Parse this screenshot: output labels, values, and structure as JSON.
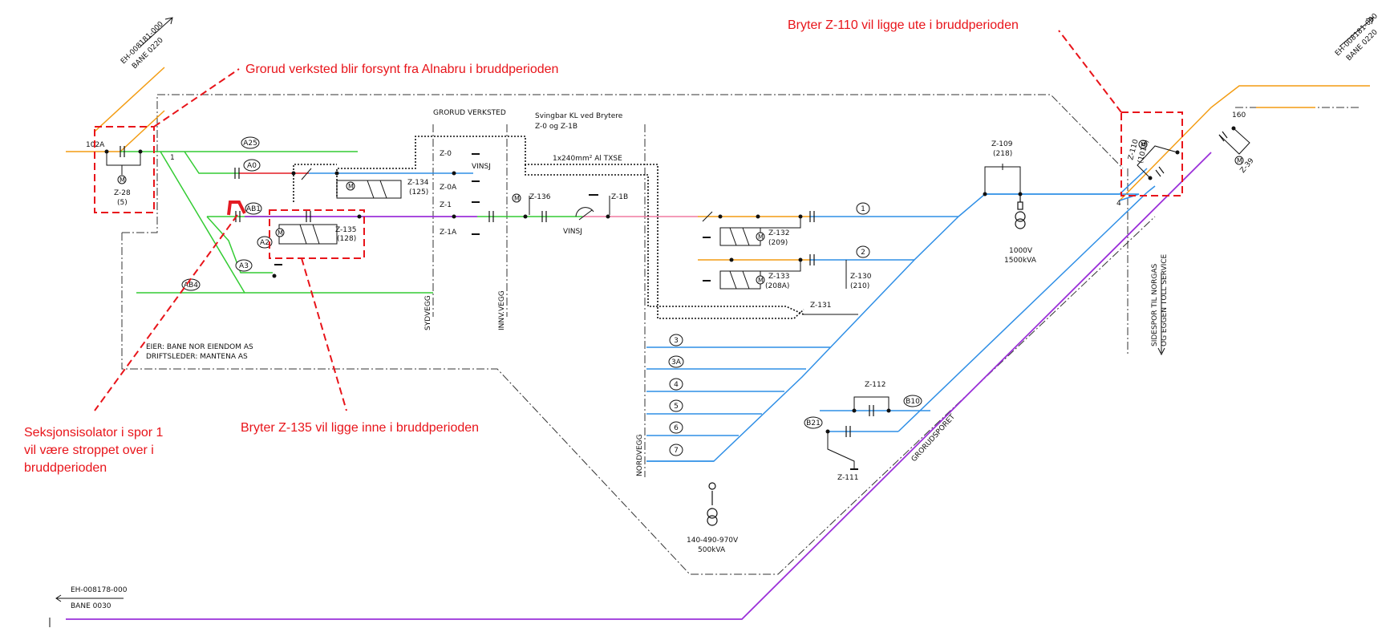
{
  "colors": {
    "orange": "#f39c12",
    "green": "#33cc33",
    "blue": "#2f8fe6",
    "purple": "#9b30d9",
    "red": "#e31b23",
    "pink": "#f07aa0",
    "black": "#111111",
    "annotation": "#e8141a"
  },
  "references": {
    "top_left_ref": "EH-008181-000",
    "top_left_bane": "BANE 0220",
    "top_right_ref": "EH-008181-000",
    "top_right_bane": "BANE 0220",
    "bottom_left_ref": "EH-008178-000",
    "bottom_left_bane": "BANE 0030"
  },
  "annotations": {
    "grorud": "Grorud verksted blir forsynt fra Alnabru i bruddperioden",
    "z110": "Bryter Z-110 vil ligge ute i bruddperioden",
    "z135": "Bryter Z-135 vil ligge inne i bruddperioden",
    "seksjon_line1": "Seksjonsisolator i spor 1",
    "seksjon_line2": "vil være stroppet over i",
    "seksjon_line3": "bruddperioden"
  },
  "labels": {
    "s102a": "102A",
    "one_left": "1",
    "z28": "Z-28",
    "z28_num": "(5)",
    "grorud_verksted": "GRORUD VERKSTED",
    "svingbar1": "Svingbar KL ved Brytere",
    "svingbar2": "Z-0 og Z-1B",
    "cable": "1x240mm² Al TXSE",
    "z0": "Z-0",
    "z0a": "Z-0A",
    "z1": "Z-1",
    "z1a": "Z-1A",
    "vinsj1": "VINSJ",
    "vinsj2": "VINSJ",
    "z134": "Z-134",
    "z134_num": "(125)",
    "z135": "Z-135",
    "z135_num": "(128)",
    "z136": "Z-136",
    "z1b": "Z-1B",
    "z132": "Z-132",
    "z132_num": "(209)",
    "z133": "Z-133",
    "z133_num": "(208A)",
    "z130": "Z-130",
    "z130_num": "(210)",
    "z131": "Z-131",
    "z109": "Z-109",
    "z109_num": "(218)",
    "trafo1_v": "1000V",
    "trafo1_kva": "1500kVA",
    "trafo2_v": "140-490-970V",
    "trafo2_kva": "500kVA",
    "z110": "Z-110",
    "z110_num": "(1019)",
    "z39": "Z-39",
    "s160": "160",
    "four": "4",
    "z112": "Z-112",
    "z111": "Z-111",
    "eier": "EIER: BANE NOR EIENDOM AS",
    "driftsleder": "DRIFTSLEDER: MANTENA AS",
    "sydvegg": "SYDVEGG",
    "innvegg": "INNV.VEGG",
    "nordvegg": "NORDVEGG",
    "grorudsporet": "GRORUDSPORET",
    "sidespor1": "SIDESPOR TIL NORGAS",
    "sidespor2": "OG EGGEN TOLL SERVICE"
  },
  "tracks": {
    "a25": "A25",
    "a0": "A0",
    "ab1": "AB1",
    "a2": "A2",
    "a3": "A3",
    "ab4": "AB4",
    "t1": "1",
    "t2": "2",
    "t3": "3",
    "t3a": "3A",
    "t4": "4",
    "t5": "5",
    "t6": "6",
    "t7": "7",
    "b10": "B10",
    "b21": "B21"
  },
  "icons": {
    "motor": "motor-icon",
    "transformer": "transformer-icon",
    "insulator": "capacitor-insulator-icon",
    "switch": "disconnector-switch-icon",
    "earth": "earth-icon",
    "arrow": "arrow-icon"
  }
}
